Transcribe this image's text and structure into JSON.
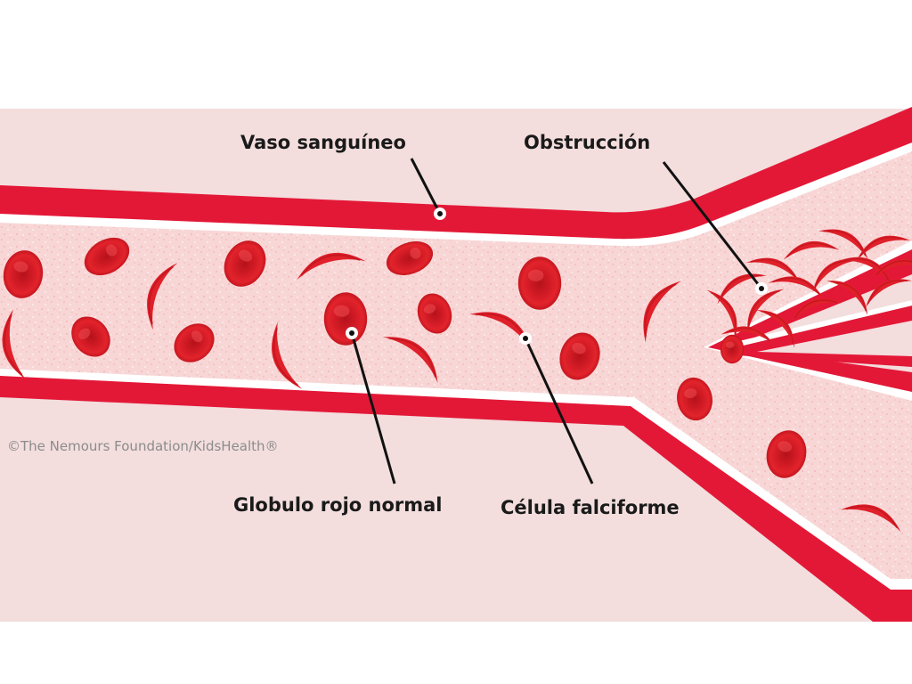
{
  "diagram": {
    "labels": {
      "vessel": "Vaso sanguíneo",
      "blockage": "Obstrucción",
      "normal_cell": "Globulo rojo normal",
      "sickle_cell": "Célula falciforme"
    },
    "credit": "©The Nemours Foundation/KidsHealth®",
    "colors": {
      "vessel_wall": "#e31837",
      "plasma": "#f7d2d2",
      "tissue": "#f3dddd",
      "cell": "#e0202a",
      "cell_dark": "#b5121b",
      "leader": "#111111"
    }
  }
}
